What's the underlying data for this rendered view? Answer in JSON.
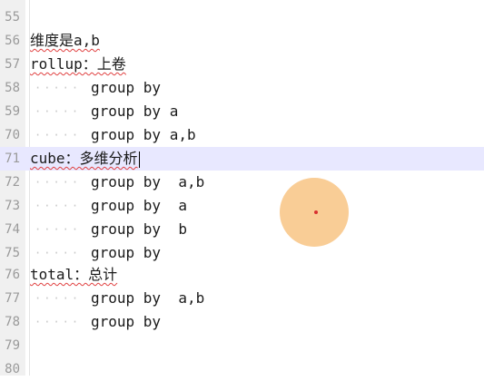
{
  "editor": {
    "lines": [
      {
        "num": "55",
        "text": ""
      },
      {
        "num": "56",
        "text": "维度是a,b"
      },
      {
        "num": "57",
        "text": "rollup：上卷"
      },
      {
        "num": "58",
        "text": "group by"
      },
      {
        "num": "59",
        "text": "group by a"
      },
      {
        "num": "70",
        "text": "group by a,b"
      },
      {
        "num": "71",
        "text": "cube：多维分析"
      },
      {
        "num": "72",
        "text": "group by  a,b"
      },
      {
        "num": "73",
        "text": "group by  a"
      },
      {
        "num": "74",
        "text": "group by  b"
      },
      {
        "num": "75",
        "text": "group by"
      },
      {
        "num": "76",
        "text": "total：总计"
      },
      {
        "num": "77",
        "text": "group by  a,b"
      },
      {
        "num": "78",
        "text": "group by"
      },
      {
        "num": "79",
        "text": ""
      },
      {
        "num": "80",
        "text": ""
      }
    ],
    "current_line_highlight": "#e8e8ff",
    "whitespace_marker": "·····"
  },
  "mouse": {
    "halo_color": "#f9cd96",
    "dot_color": "#d83030"
  }
}
